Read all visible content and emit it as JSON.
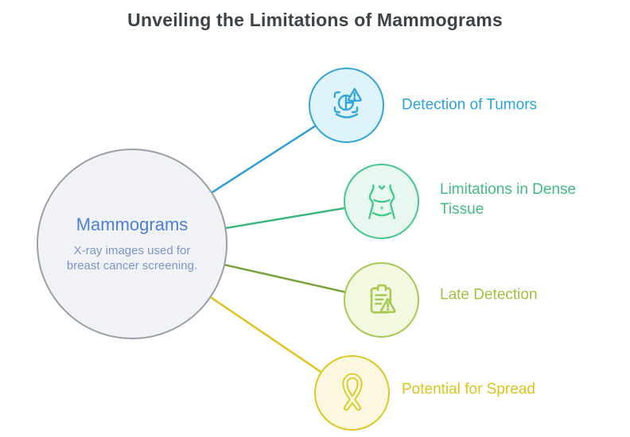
{
  "title": "Unveiling the Limitations of Mammograms",
  "title_color": "#3d4347",
  "center": {
    "title": "Mammograms",
    "subtitle": "X-ray images used for breast cancer screening.",
    "fill": "#f0f2f5",
    "border_color": "#9aa0a6",
    "title_color": "#4c7fd3",
    "subtitle_color": "#7d97cc"
  },
  "nodes": [
    {
      "label": "Detection of Tumors",
      "icon": "tumor-scan-warning-icon",
      "accent": "#2ba4d8",
      "circle_fill": "#dff3fb",
      "circle_border": "#33a6d8",
      "line_color": "#2c9ed7"
    },
    {
      "label": "Limitations in Dense Tissue",
      "icon": "female-torso-icon",
      "accent": "#41bd83",
      "circle_fill": "#e8f8f0",
      "circle_border": "#45c88c",
      "line_color": "#3ab77c"
    },
    {
      "label": "Late Detection",
      "icon": "clipboard-warning-icon",
      "accent": "#9cc23f",
      "circle_fill": "#f3f9e0",
      "circle_border": "#a6ca53",
      "line_color": "#79a23c"
    },
    {
      "label": "Potential for Spread",
      "icon": "awareness-ribbon-icon",
      "accent": "#dcc41d",
      "circle_fill": "#fcf8e0",
      "circle_border": "#dcc825",
      "line_color": "#e0c31e"
    }
  ]
}
